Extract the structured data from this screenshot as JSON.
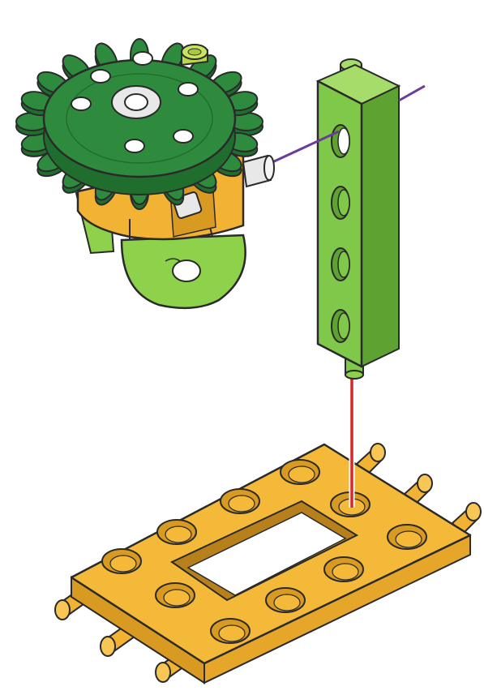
{
  "diagram": {
    "kind": "assembly-instruction",
    "parts": [
      {
        "name": "spur-gear",
        "color": "#2e8b3e",
        "teeth": 20
      },
      {
        "name": "gear-mount-bracket",
        "color": "#8ed14a"
      },
      {
        "name": "orange-bushing",
        "color": "#f2b233"
      },
      {
        "name": "connector-beam",
        "color": "#7fc84a",
        "holes": 4
      },
      {
        "name": "base-plate",
        "color": "#f5b93a",
        "holes": 10
      }
    ],
    "guide_lines": [
      {
        "name": "purple-axle-guide",
        "color": "#6a3d9a"
      },
      {
        "name": "red-peg-guide",
        "color": "#d42a2a"
      }
    ],
    "colors": {
      "outline": "#2a2a2a",
      "gear_dark": "#1f6e2e",
      "green_shadow": "#5ea332",
      "orange_shadow": "#d99a22",
      "hole": "#ffffff",
      "pin": "#e8e8e8"
    }
  }
}
